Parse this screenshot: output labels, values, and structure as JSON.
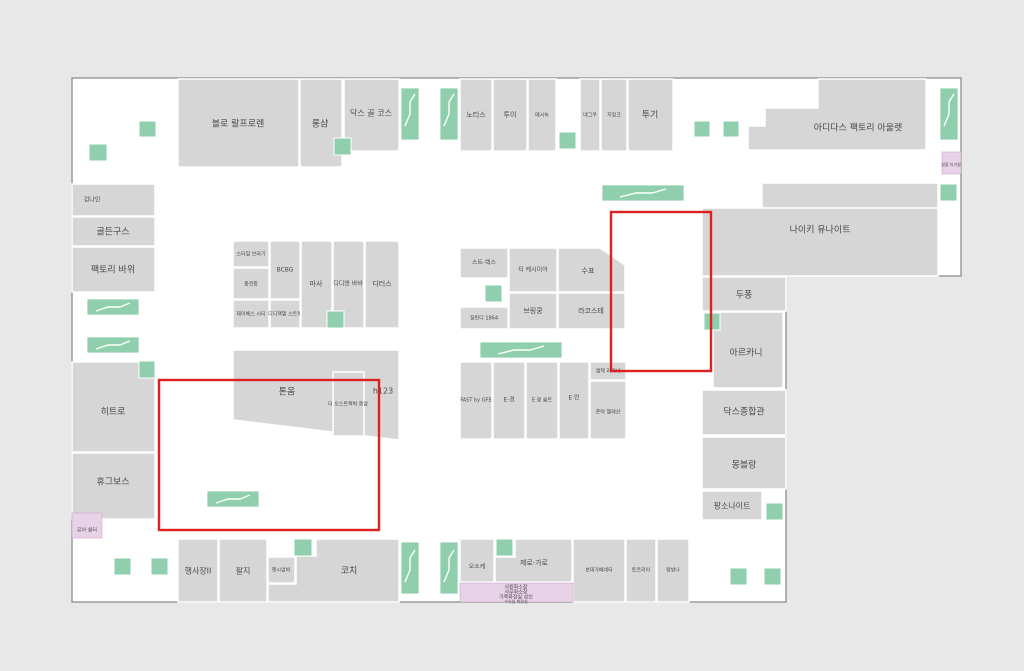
{
  "stores": {
    "s_bluelab_prolan": "블로 랄프로렌",
    "s_longsha": "롱샴",
    "s_dakscool_top": "닥스 골 코스",
    "s_noti": "노티스",
    "s_tu": "투이",
    "s_small_a": "메시녹",
    "s_small_b": "네그쿠",
    "s_small_c": "지킹크",
    "s_tugi": "투기",
    "s_adidas": "아디다스 팩토리 아울렛",
    "s_gumin": "겁나인",
    "s_golden": "골든구스",
    "s_factory_b": "팩토리 바위",
    "s_nike": "나이키 유나이트",
    "s_twoone": "두퐁",
    "s_arkani": "아르카니",
    "s_hide": "히트로",
    "s_hugo": "휴그보스",
    "s_dakscomp": "닥스종합관",
    "s_mongsang": "몽블랑",
    "s_pansonite": "팡소나이트",
    "s_syo_a": "스타일 브라기",
    "s_syo_b": "충전중",
    "s_syo_c": "제이헤스 시티",
    "s_syo_d": "디디잭멀 스트릿",
    "s_bcbg": "BCBG",
    "s_mash": "마사",
    "s_dcb": "디디앤 바바",
    "s_dito": "디터스",
    "s_stu": "스트·렉스",
    "s_techa": "티 케시미어",
    "s_sujeong": "수표",
    "s_jingdi": "징된디 1864",
    "s_bolang": "브링쿵",
    "s_lacol": "라코스테",
    "s_tom": "톤옴",
    "s_euro": "더 오스트렉빅 웅암",
    "s_h123": "h123",
    "s_fast": "FAST by GFE",
    "s_egam": "E·경",
    "s_egam2": "E·경 울트",
    "s_ein": "E·인",
    "s_small_d": "엠젝 러커너",
    "s_zoem": "존덕 엘레산",
    "s_hangsha": "행사장II",
    "s_palji": "팔지",
    "s_coach_small": "헨시엄비",
    "s_coach": "코치",
    "s_osoke": "오소케",
    "s_jegaro": "제로·가로",
    "s_bodega": "보데가베네타",
    "s_rosso": "토르리아",
    "s_lanvin": "랑방나",
    "s_rest_a": "사원화소장",
    "s_rest_b": "사무화소장",
    "s_rest_c": "가족화장실 성인",
    "s_rest_d": "수유실 화장실",
    "s_amen_a": "유아 쉼터",
    "s_amen_b": "쉼을 아기쉼"
  },
  "colors": {
    "background": "#e8e8e8",
    "floor": "#ffffff",
    "store": "#d6d6d6",
    "facility": "#8fcfad",
    "amenity": "#e8d2e8",
    "highlight": "#e02020",
    "text": "#4a4a4a"
  }
}
